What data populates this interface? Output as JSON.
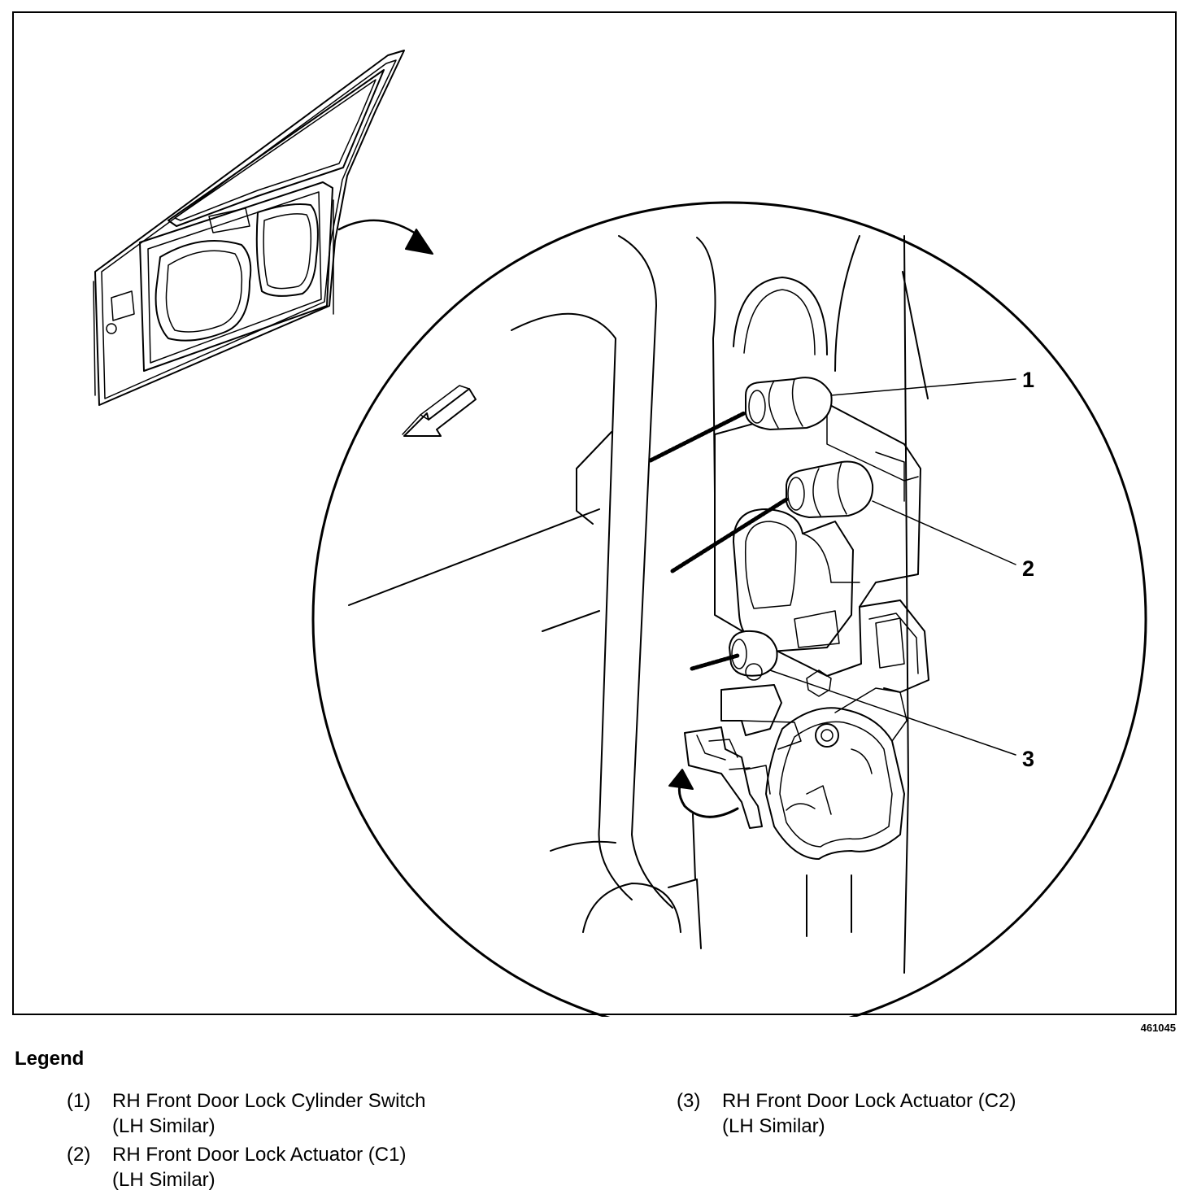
{
  "diagram": {
    "callouts": [
      "1",
      "2",
      "3"
    ],
    "figure_id": "461045",
    "icons": [
      "door-panel-icon",
      "latch-assembly-icon",
      "direction-arrow-icon"
    ]
  },
  "legend": {
    "title": "Legend",
    "items": [
      {
        "num": "(1)",
        "text": "RH Front Door Lock Cylinder Switch",
        "sub": "(LH Similar)"
      },
      {
        "num": "(2)",
        "text": "RH Front Door Lock Actuator (C1)",
        "sub": "(LH Similar)"
      },
      {
        "num": "(3)",
        "text": "RH Front Door Lock Actuator (C2)",
        "sub": "(LH Similar)"
      }
    ]
  }
}
